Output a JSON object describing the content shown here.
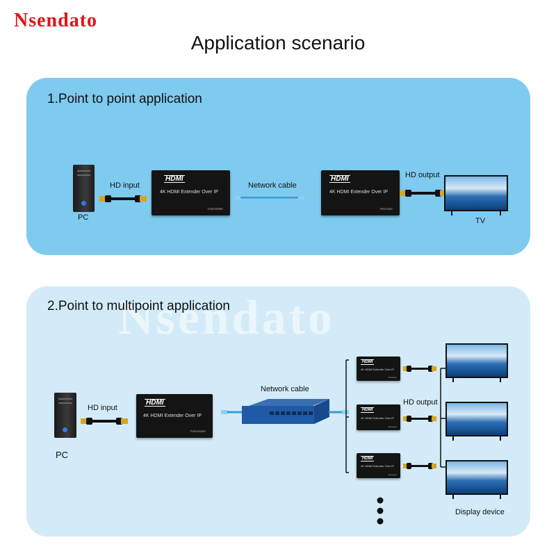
{
  "brand": {
    "logo_text": "Nsendato"
  },
  "page": {
    "title": "Application scenario"
  },
  "section1": {
    "title": "1.Point to point application",
    "labels": {
      "hd_input": "HD input",
      "pc": "PC",
      "network_cable": "Network cable",
      "hd_output": "HD output",
      "tv": "TV"
    },
    "transmitter": {
      "logo": "HDMI",
      "name": "4K  HDMI Extender  Over  IP",
      "role": "Transmitter"
    },
    "receiver": {
      "logo": "HDMI",
      "name": "4K  HDMI Extender  Over  IP",
      "role": "Receiver"
    }
  },
  "section2": {
    "title": "2.Point to multipoint application",
    "labels": {
      "hd_input": "HD input",
      "pc": "PC",
      "network_cable": "Network cable",
      "hd_output": "HD output",
      "display_device": "Display device"
    },
    "transmitter": {
      "logo": "HDMI",
      "name": "4K  HDMI Extender  Over  IP",
      "role": "Transmitter"
    },
    "receivers": [
      {
        "logo": "HDMI",
        "name": "4K  HDMI Extender  Over  IP",
        "role": "Receiver"
      },
      {
        "logo": "HDMI",
        "name": "4K  HDMI Extender  Over  IP",
        "role": "Receiver"
      },
      {
        "logo": "HDMI",
        "name": "4K  HDMI Extender  Over  IP",
        "role": "Receiver"
      }
    ]
  },
  "watermark": {
    "text": "Nsendato"
  },
  "colors": {
    "brand_red": "#e0141a",
    "panel1_bg": "#7fcaef",
    "panel2_bg": "#d3ebf8",
    "cable_blue": "#3a9ad9",
    "device_black": "#141414"
  },
  "icons": [
    "pc-tower-icon",
    "hdmi-cable-icon",
    "network-cable-icon",
    "network-switch-icon",
    "tv-icon",
    "ellipsis-icon"
  ]
}
